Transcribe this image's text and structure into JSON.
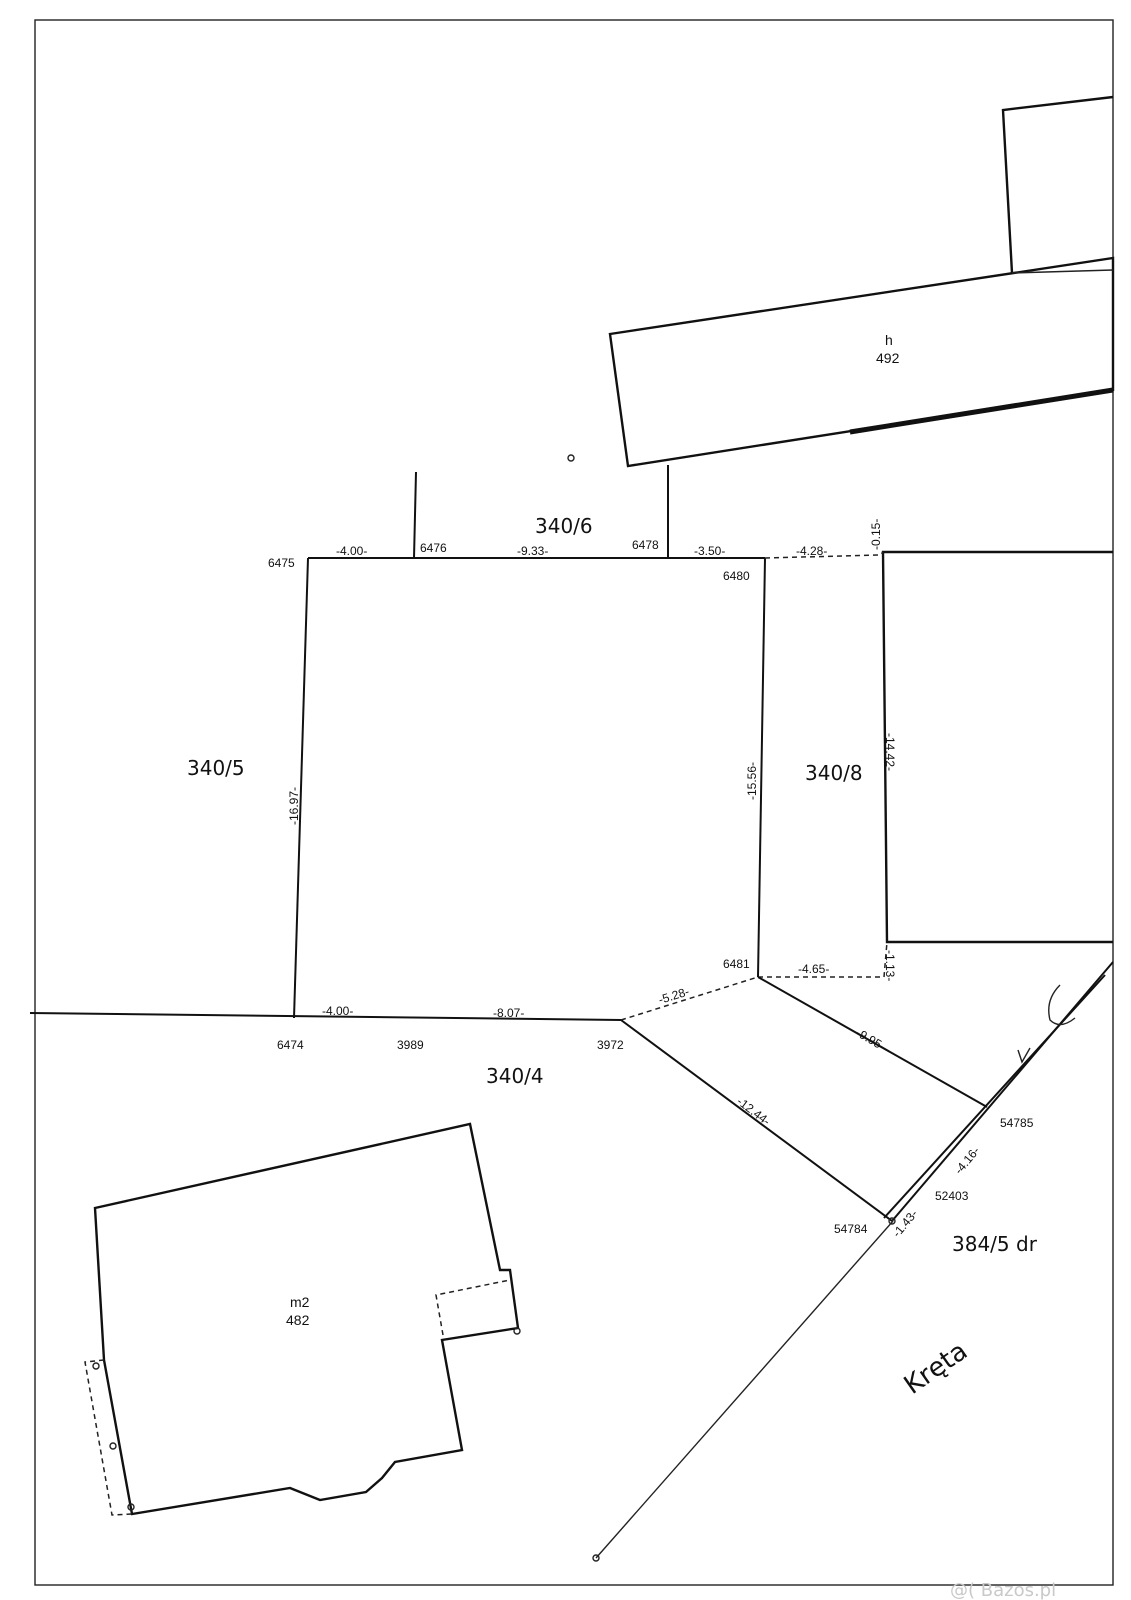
{
  "parcels": {
    "p340_5": "340/5",
    "p340_6": "340/6",
    "p340_8": "340/8",
    "p340_4": "340/4",
    "p384_5": "384/5 dr"
  },
  "buildings": {
    "h_code": "h",
    "h_number": "492",
    "m_code": "m2",
    "m_number": "482"
  },
  "street": "Kręta",
  "points": {
    "p6475": "6475",
    "p6476": "6476",
    "p6478": "6478",
    "p6480": "6480",
    "p6481": "6481",
    "p6474": "6474",
    "p3989": "3989",
    "p3972": "3972",
    "p54785": "54785",
    "p52403": "52403",
    "p54784": "54784"
  },
  "dimensions": {
    "d1": "-4.00-",
    "d2": "-9.33-",
    "d3": "-3.50-",
    "d4": "-4.28-",
    "d5": "-0.15-",
    "d6": "-16.97-",
    "d7": "-15.56-",
    "d8": "-14.42-",
    "d9": "-1.13-",
    "d10": "-4.65-",
    "d11": "-5.28-",
    "d12": "-4.00-",
    "d13": "-8.07-",
    "d14": "-9.95-",
    "d15": "-12.44-",
    "d16": "-4.16-",
    "d17": "-1.43-"
  },
  "watermark": "@( Bazos.pl"
}
